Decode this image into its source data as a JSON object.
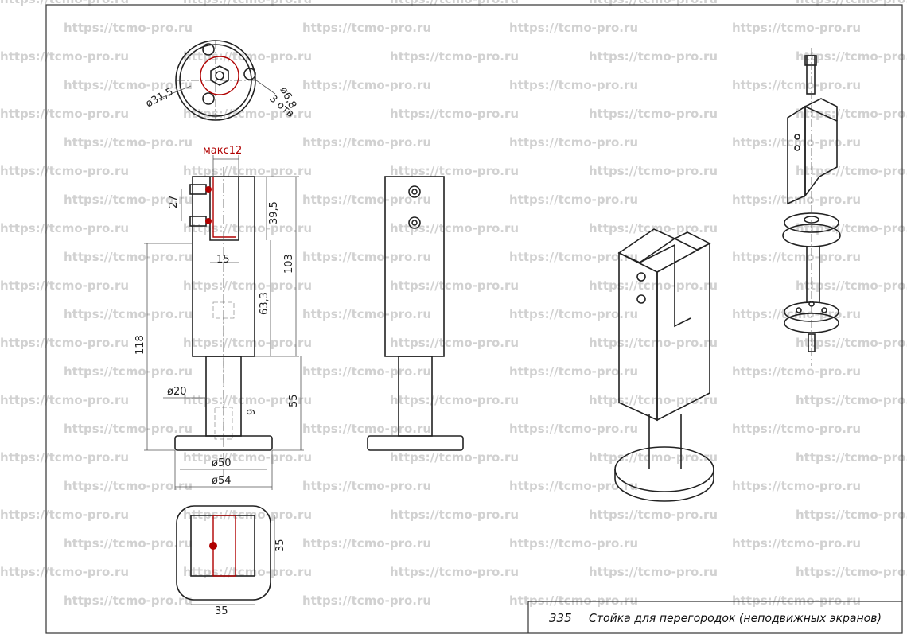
{
  "watermark": "https://tcmo-pro.ru",
  "dimensions": {
    "top_diameter": "ø31,5",
    "hole_diameter": "ø6,8",
    "hole_count": "3 отв",
    "max_glass": "макс12",
    "d27": "27",
    "d39_5": "39,5",
    "d15": "15",
    "d103": "103",
    "d63_3": "63,3",
    "d118": "118",
    "d20": "ø20",
    "d9": "9",
    "d55": "55",
    "d50": "ø50",
    "d54": "ø54",
    "d35_h": "35",
    "d35_v": "35"
  },
  "title_block": {
    "number": "335",
    "title": "Стойка для перегородок (неподвижных экранов)"
  }
}
